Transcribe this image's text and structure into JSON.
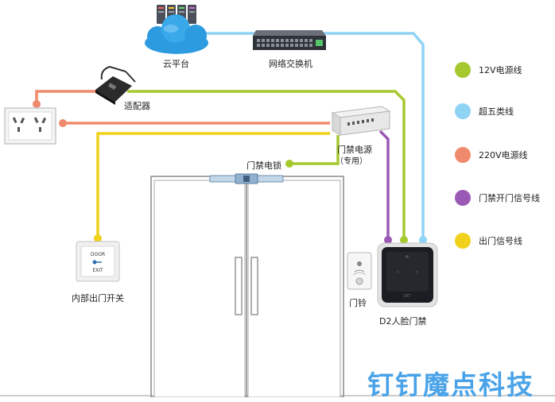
{
  "labels": {
    "cloud": "云平台",
    "switch": "网络交换机",
    "adapter": "适配器",
    "lock_power_line1": "门禁电源",
    "lock_power_line2": "（专用）",
    "electric_lock": "门禁电锁",
    "exit_switch": "内部出门开关",
    "doorbell": "门铃",
    "face_terminal": "D2人脸门禁"
  },
  "exit_button_text": {
    "top": "DOOR",
    "bottom": "EXIT"
  },
  "legend": [
    {
      "label": "12V电源线",
      "color": "#a5c92f"
    },
    {
      "label": "超五类线",
      "color": "#8fd3f5"
    },
    {
      "label": "220V电源线",
      "color": "#f08a6c"
    },
    {
      "label": "门禁开门信号线",
      "color": "#9b59b6"
    },
    {
      "label": "出门信号线",
      "color": "#f1d11a"
    }
  ],
  "watermark": "钉钉魔点科技"
}
